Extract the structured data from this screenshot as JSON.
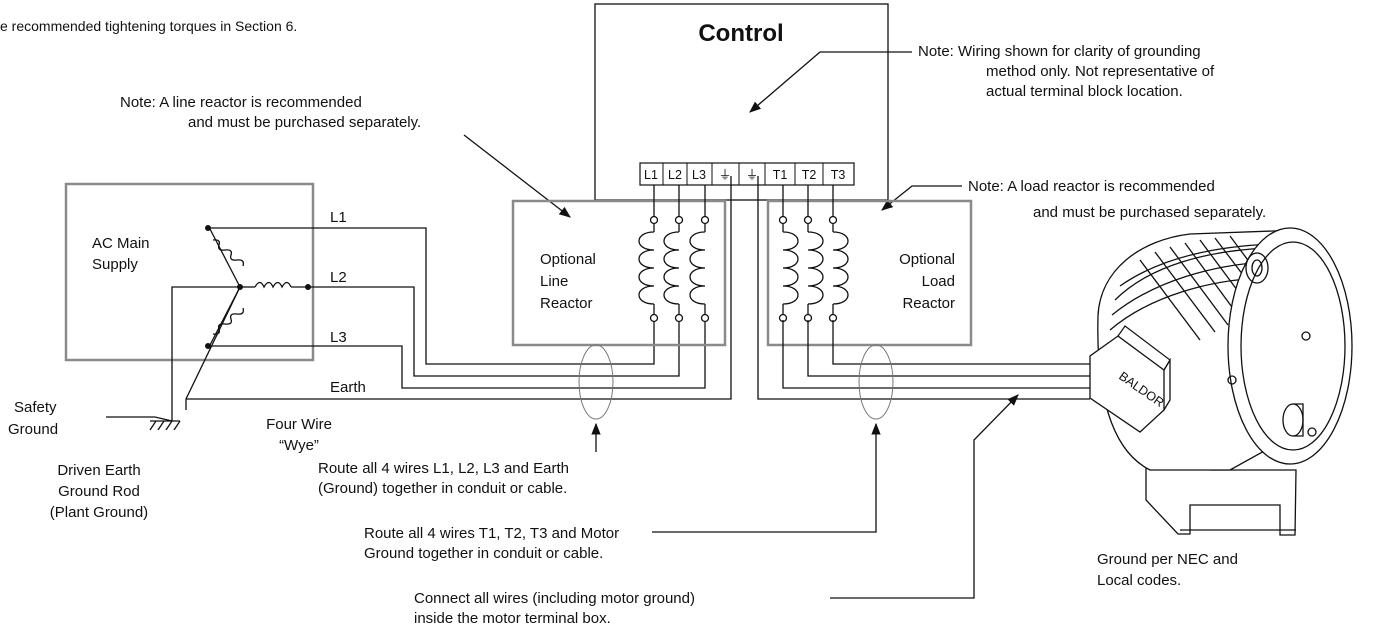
{
  "header_note": "e recommended tightening torques in Section 6.",
  "control": {
    "title": "Control",
    "terminals": [
      "L1",
      "L2",
      "L3",
      "⏚",
      "⏚",
      "T1",
      "T2",
      "T3"
    ]
  },
  "notes": {
    "line_reactor": [
      "Note:   A line reactor is recommended",
      "and must be purchased separately."
    ],
    "wiring": [
      "Note:   Wiring shown for clarity of grounding",
      "method only.  Not representative of",
      "actual terminal block location."
    ],
    "load_reactor": [
      "Note:   A load reactor is recommended",
      "and must be purchased separately."
    ]
  },
  "supply": {
    "label": [
      "AC Main",
      "Supply"
    ],
    "wires": [
      "L1",
      "L2",
      "L3",
      "Earth"
    ],
    "four_wire": [
      "Four Wire",
      "“Wye”"
    ]
  },
  "ground": {
    "safety": [
      "Safety",
      "Ground"
    ],
    "driven": [
      "Driven Earth",
      "Ground Rod",
      "(Plant Ground)"
    ]
  },
  "line_reactor": [
    "Optional",
    "Line",
    "Reactor"
  ],
  "load_reactor": [
    "Optional",
    "Load",
    "Reactor"
  ],
  "routing": {
    "line": [
      "Route all 4 wires L1, L2, L3 and Earth",
      "(Ground) together in conduit or cable."
    ],
    "motor": [
      "Route all 4 wires T1, T2, T3 and Motor",
      "Ground together in conduit or cable."
    ],
    "connect": [
      "Connect all wires (including motor ground)",
      "inside the motor terminal box."
    ]
  },
  "motor": {
    "ground_note": [
      "Ground per NEC and",
      "Local codes."
    ],
    "brand": "BALDOR"
  }
}
